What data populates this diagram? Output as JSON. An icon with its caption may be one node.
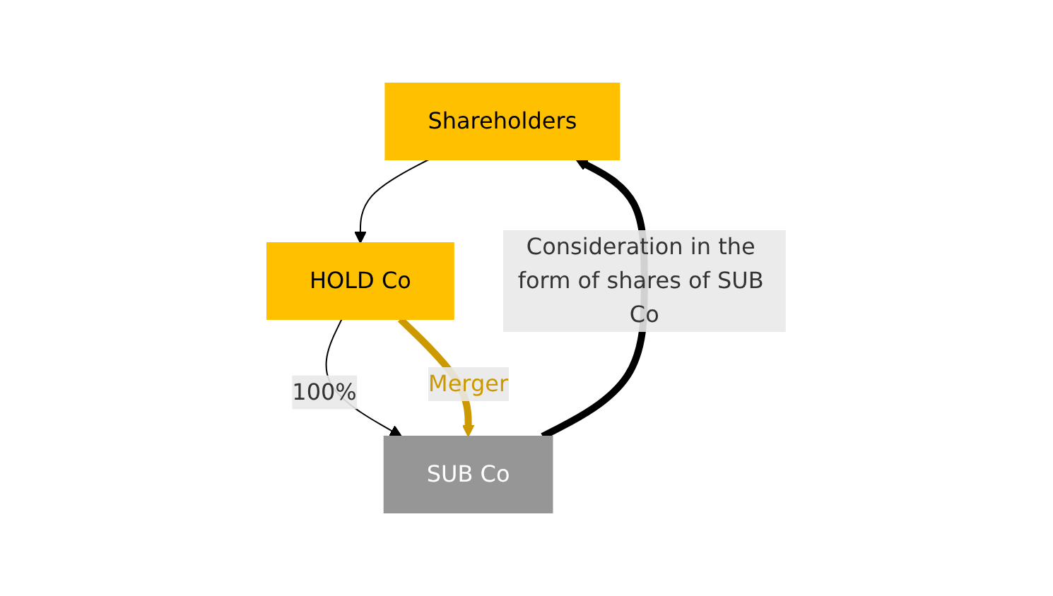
{
  "diagram": {
    "nodes": [
      {
        "text": [
          "Shareholders"
        ]
      },
      {
        "text": [
          "HOLD Co"
        ]
      },
      {
        "text": [
          "SUB Co"
        ]
      }
    ],
    "edges": [
      {
        "from": 0,
        "to": 1,
        "arrow": "to"
      },
      {
        "from": 1,
        "to": 2,
        "arrow": "to",
        "label": "100%"
      },
      {
        "from": 2,
        "to": 0,
        "arrow": "to",
        "style": "thick",
        "label": "Consideration in the form of shares of SUB Co"
      },
      {
        "from": 1,
        "to": 2,
        "arrow": "to",
        "style": "thick",
        "color": "#cc9900",
        "label": "Merger"
      }
    ]
  }
}
